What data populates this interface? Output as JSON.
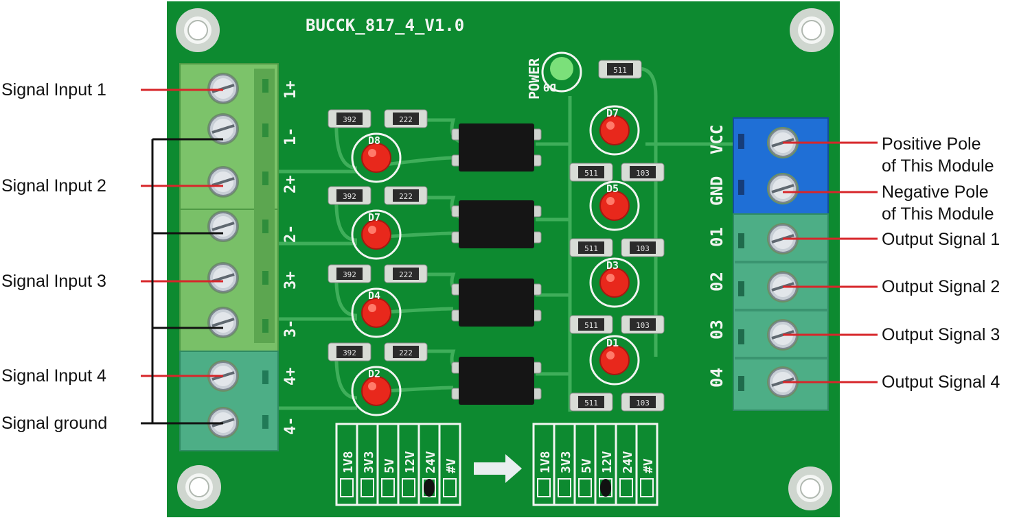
{
  "board": {
    "title": "BUCCK_817_4_V1.0",
    "power_label": "POWER",
    "power_led_ref": "D9",
    "colors": {
      "pcb": "#0d8a30",
      "trace": "#3fae5a",
      "terminal_green": "#7cc36a",
      "terminal_teal": "#4dae86",
      "terminal_blue": "#1f6fd6",
      "led_red": "#e8281c",
      "led_green": "#7be07a"
    }
  },
  "input_terminal": {
    "pins": [
      "1+",
      "1-",
      "2+",
      "2-",
      "3+",
      "3-",
      "4+",
      "4-"
    ]
  },
  "output_terminal": {
    "pins": [
      "VCC",
      "GND",
      "01",
      "02",
      "03",
      "04"
    ]
  },
  "resistors": {
    "input_a": "392",
    "input_b": "222",
    "output_a": "511",
    "output_b": "103",
    "power": "511"
  },
  "leds": {
    "input_refs": [
      "D8",
      "D7",
      "D4",
      "D2"
    ],
    "output_refs": [
      "D7",
      "D5",
      "D3",
      "D1"
    ]
  },
  "voltage_select": {
    "labels": [
      "1V8",
      "3V3",
      "5V",
      "12V",
      "24V",
      "#V"
    ],
    "input_marked": "24V",
    "output_marked": "12V"
  },
  "callouts_left": {
    "signal_input_1": "Signal Input 1",
    "signal_input_2": "Signal Input 2",
    "signal_input_3": "Signal Input 3",
    "signal_input_4": "Signal Input 4",
    "signal_ground": "Signal ground"
  },
  "callouts_right": {
    "positive_pole_line1": "Positive Pole",
    "positive_pole_line2": "of This Module",
    "negative_pole_line1": "Negative Pole",
    "negative_pole_line2": "of This Module",
    "output_signal_1": "Output Signal 1",
    "output_signal_2": "Output Signal 2",
    "output_signal_3": "Output Signal 3",
    "output_signal_4": "Output Signal 4"
  }
}
